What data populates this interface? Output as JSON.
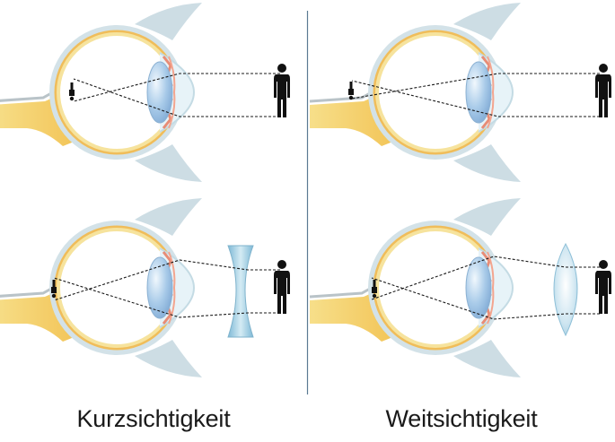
{
  "captions": {
    "left": "Kurzsichtigkeit",
    "right": "Weitsichtigkeit"
  },
  "panels": [
    {
      "name": "myopia-uncorrected",
      "condition": "myopia",
      "corrective_lens": "none"
    },
    {
      "name": "hyperopia-uncorrected",
      "condition": "hyperopia",
      "corrective_lens": "none"
    },
    {
      "name": "myopia-corrected",
      "condition": "myopia",
      "corrective_lens": "concave"
    },
    {
      "name": "hyperopia-corrected",
      "condition": "hyperopia",
      "corrective_lens": "convex"
    }
  ],
  "colors": {
    "sclera_outer": "#c5d7de",
    "sclera_inner": "#f2c060",
    "retina": "#f7e7a6",
    "optic_nerve": "#f4cc68",
    "cornea": "#d9ecf3",
    "iris": "#ea9b80",
    "lens": "#9fc6e6",
    "corrective_lens": "#a9d3e6",
    "divider": "#5b7a93",
    "ray": "#1a1a1a",
    "figure": "#111111"
  },
  "icons": {
    "standing_person": "person-silhouette-icon",
    "inverted_image": "inverted-person-icon"
  }
}
